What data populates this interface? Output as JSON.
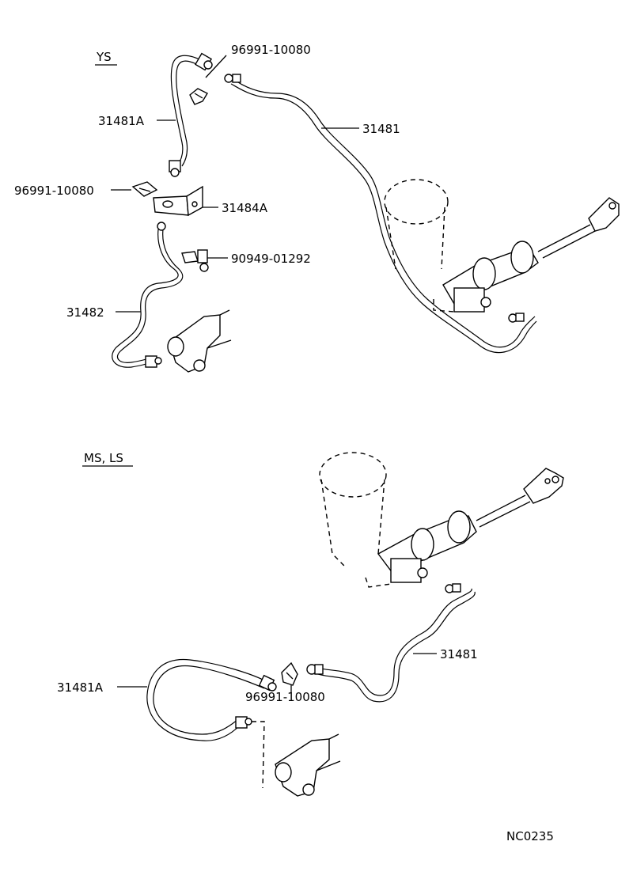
{
  "sections": {
    "ys": "YS",
    "ms_ls": "MS, LS"
  },
  "labels": {
    "ys_clip_top": "96991-10080",
    "ys_hose": "31481A",
    "ys_tube_main": "31481",
    "ys_clip_left": "96991-10080",
    "ys_bracket": "31484A",
    "ys_bolt": "90949-01292",
    "ys_tube_lower": "31482",
    "ms_tube": "31481",
    "ms_hose": "31481A",
    "ms_clip": "96991-10080"
  },
  "code": "NC0235"
}
